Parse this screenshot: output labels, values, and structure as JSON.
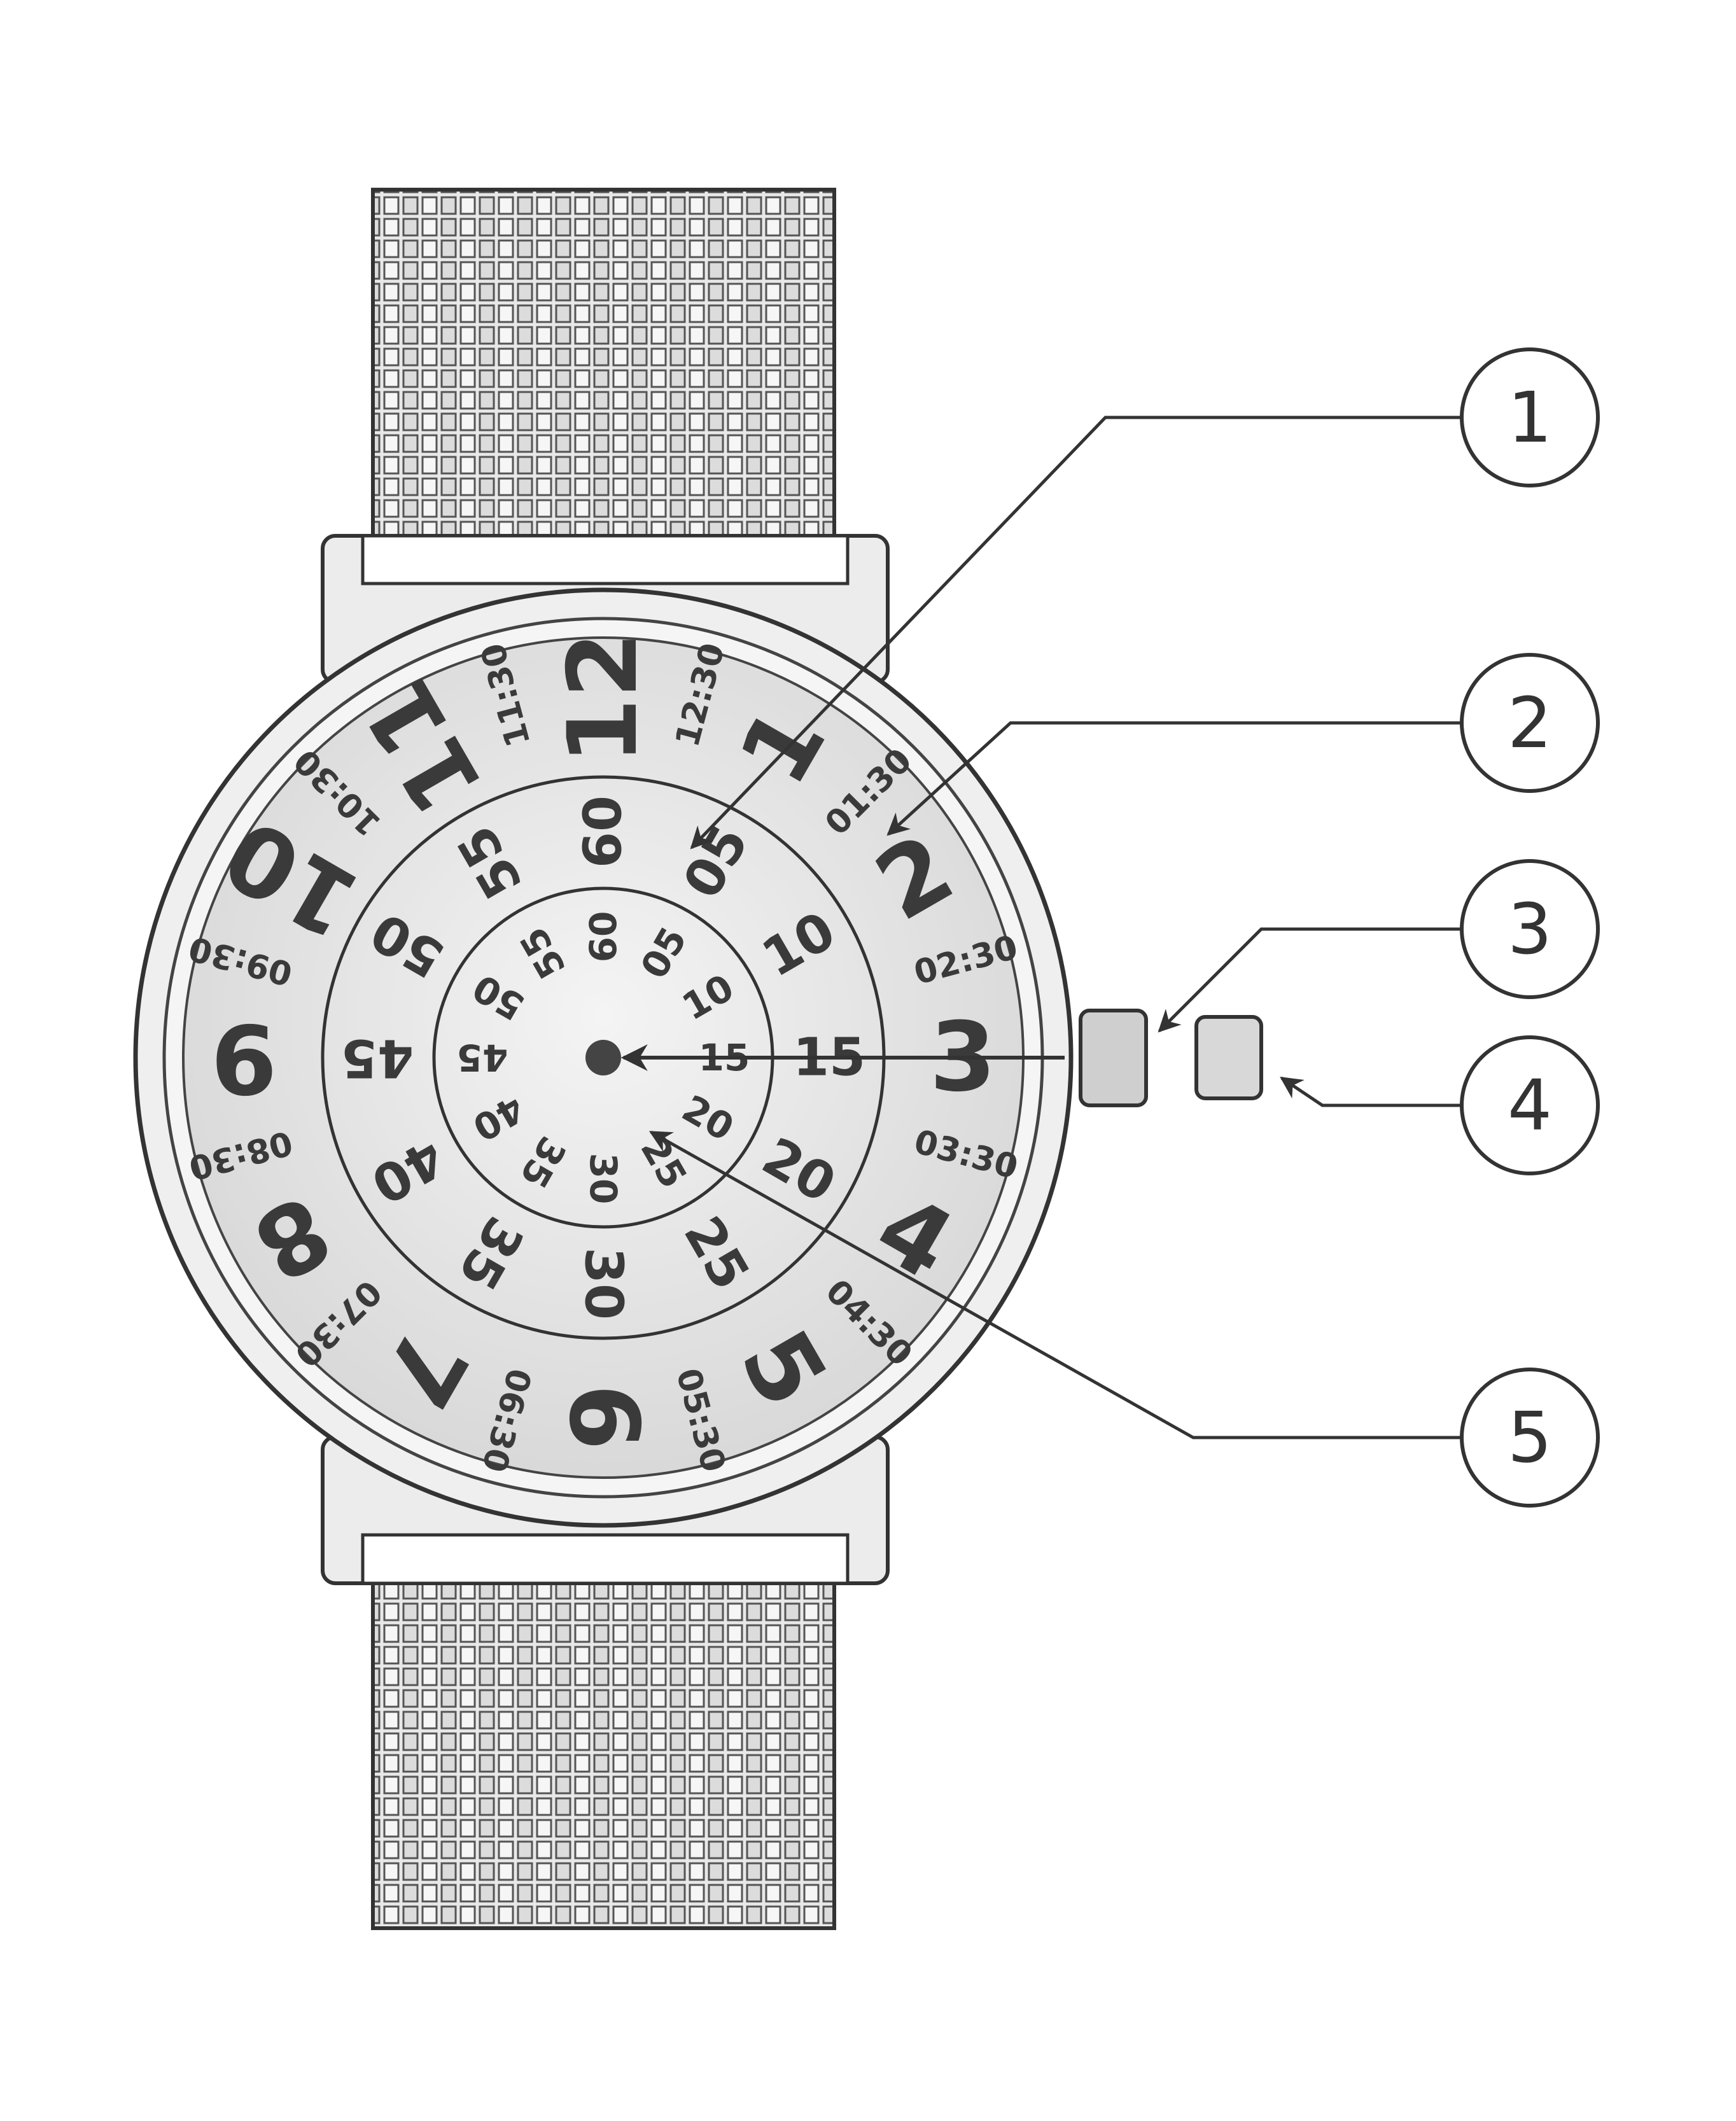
{
  "colors": {
    "ink": "#333333",
    "dial": "#e6e6e6",
    "paper": "#ffffff"
  },
  "dial": {
    "hours": [
      "12",
      "1",
      "2",
      "3",
      "4",
      "5",
      "6",
      "7",
      "8",
      "9",
      "10",
      "11"
    ],
    "half_hours": [
      "12:30",
      "01:30",
      "02:30",
      "03:30",
      "04:30",
      "05:30",
      "06:30",
      "07:30",
      "08:30",
      "09:30",
      "10:30",
      "11:30"
    ],
    "outer_minutes": [
      "60",
      "05",
      "10",
      "15",
      "20",
      "25",
      "30",
      "35",
      "40",
      "45",
      "50",
      "55"
    ],
    "inner_minutes": [
      "60",
      "05",
      "10",
      "15",
      "20",
      "25",
      "30",
      "35",
      "40",
      "45",
      "50",
      "55"
    ]
  },
  "callouts": [
    {
      "label": "1"
    },
    {
      "label": "2"
    },
    {
      "label": "3"
    },
    {
      "label": "4"
    },
    {
      "label": "5"
    }
  ]
}
